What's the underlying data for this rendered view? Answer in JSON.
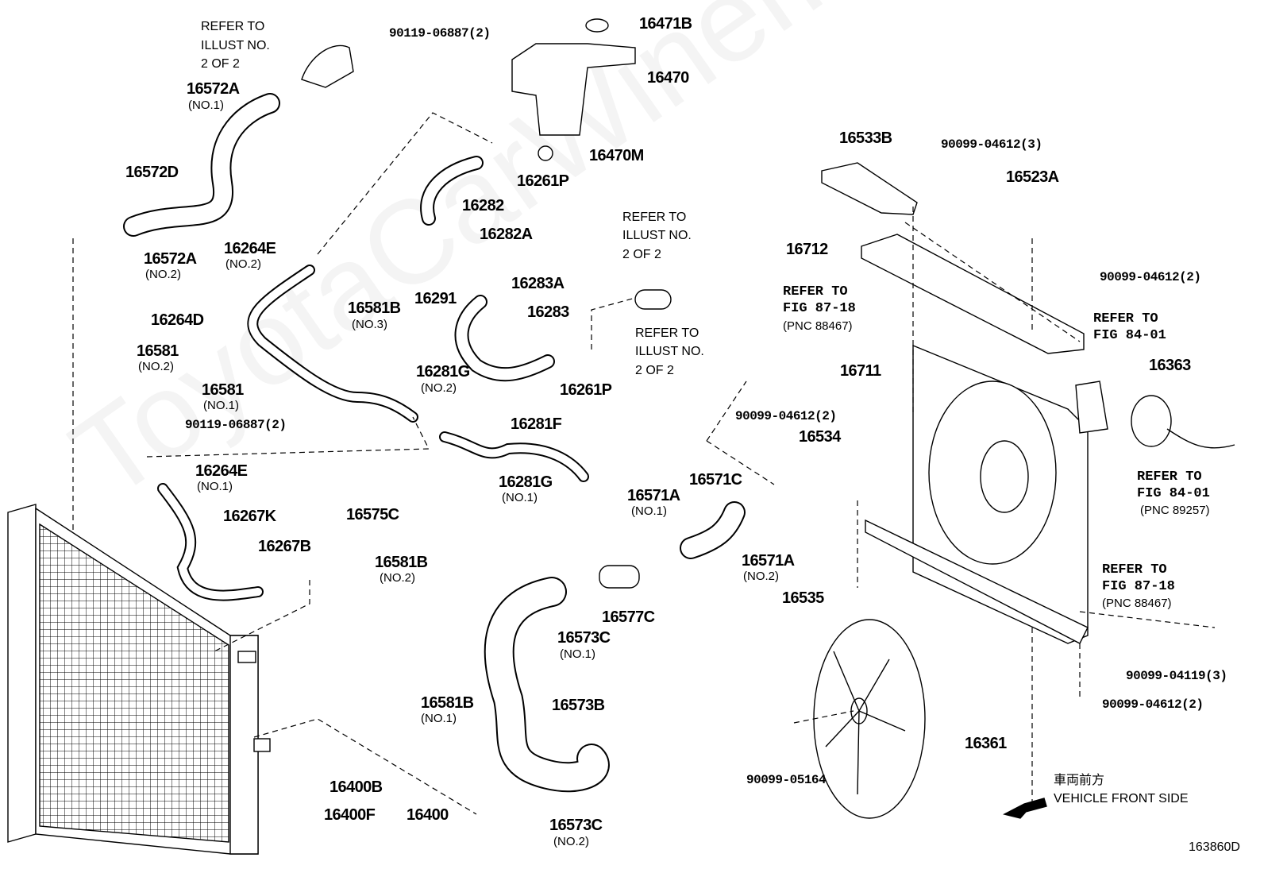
{
  "diagram_id": "163860D",
  "direction": {
    "jp": "車両前方",
    "en": "VEHICLE FRONT SIDE"
  },
  "watermark": "ToyotaCarWiner.ru",
  "refs": {
    "illust_a": [
      "REFER TO",
      "ILLUST NO.",
      "2 OF 2"
    ],
    "illust_b": [
      "REFER TO",
      "ILLUST NO.",
      "2 OF 2"
    ],
    "illust_c": [
      "REFER TO",
      "ILLUST NO.",
      "2 OF 2"
    ],
    "fig8718_a": [
      "REFER TO",
      "FIG 87-18",
      "(PNC 88467)"
    ],
    "fig8401_a": [
      "REFER TO",
      "FIG 84-01"
    ],
    "fig8401_b": [
      "REFER TO",
      "FIG 84-01",
      "(PNC 89257)"
    ],
    "fig8718_b": [
      "REFER TO",
      "FIG 87-18",
      "(PNC 88467)"
    ]
  },
  "parts": {
    "p16471B": "16471B",
    "p16470": "16470",
    "p16470M": "16470M",
    "p16572A_1": "16572A",
    "p16572A_1s": "(NO.1)",
    "p16572D": "16572D",
    "p16572A_2": "16572A",
    "p16572A_2s": "(NO.2)",
    "p16261P_1": "16261P",
    "p16282": "16282",
    "p16282A": "16282A",
    "p16264E_2": "16264E",
    "p16264E_2s": "(NO.2)",
    "p16283A": "16283A",
    "p16291": "16291",
    "p16581B_3": "16581B",
    "p16581B_3s": "(NO.3)",
    "p16283": "16283",
    "p16264D": "16264D",
    "p16581_2": "16581",
    "p16581_2s": "(NO.2)",
    "p16261P_2": "16261P",
    "p16281G_2": "16281G",
    "p16281G_2s": "(NO.2)",
    "p16581_1": "16581",
    "p16581_1s": "(NO.1)",
    "p16281F": "16281F",
    "p16264E_1": "16264E",
    "p16264E_1s": "(NO.1)",
    "p16281G_1": "16281G",
    "p16281G_1s": "(NO.1)",
    "p16571A_1": "16571A",
    "p16571A_1s": "(NO.1)",
    "p16571C": "16571C",
    "p16267K": "16267K",
    "p16575C": "16575C",
    "p16267B": "16267B",
    "p16581B_2": "16581B",
    "p16581B_2s": "(NO.2)",
    "p16571A_2": "16571A",
    "p16571A_2s": "(NO.2)",
    "p16577C": "16577C",
    "p16573C_1": "16573C",
    "p16573C_1s": "(NO.1)",
    "p16581B_1": "16581B",
    "p16581B_1s": "(NO.1)",
    "p16573B": "16573B",
    "p16400B": "16400B",
    "p16400F": "16400F",
    "p16400": "16400",
    "p16573C_2": "16573C",
    "p16573C_2s": "(NO.2)",
    "p16533B": "16533B",
    "p16523A": "16523A",
    "p16712": "16712",
    "p16363": "16363",
    "p16711": "16711",
    "p16534": "16534",
    "p16535": "16535",
    "p16361": "16361"
  },
  "bolts": {
    "b90119_top": "90119-06887(2)",
    "b90119_mid": "90119-06887(2)",
    "b90099_04612_3": "90099-04612(3)",
    "b90099_04612_2a": "90099-04612(2)",
    "b90099_04612_2b": "90099-04612(2)",
    "b90099_04612_2c": "90099-04612(2)",
    "b90099_04119": "90099-04119(3)",
    "b90099_05164": "90099-05164"
  }
}
